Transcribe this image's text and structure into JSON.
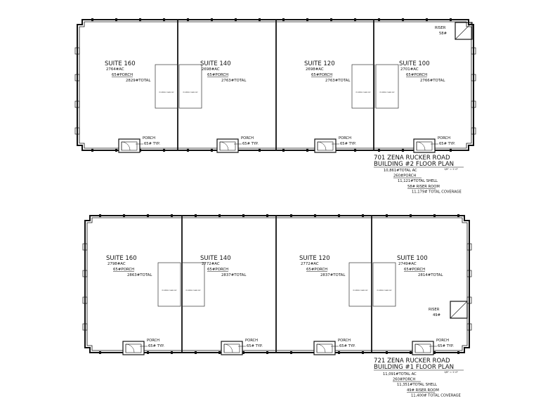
{
  "buildings": [
    {
      "id": "building-2",
      "suites": [
        {
          "name": "SUITE 160",
          "ac": "2764#AC",
          "porch": "65#PORCH",
          "total": "2829#TOTAL"
        },
        {
          "name": "SUITE 140",
          "ac": "2698#AC",
          "porch": "65#PORCH",
          "total": "2763#TOTAL"
        },
        {
          "name": "SUITE 120",
          "ac": "2698#AC",
          "porch": "65#PORCH",
          "total": "2763#TOTAL"
        },
        {
          "name": "SUITE 100",
          "ac": "2701#AC",
          "porch": "65#PORCH",
          "total": "2766#TOTAL"
        }
      ],
      "porch_label": "PORCH",
      "porch_typ": "65# TYP.",
      "riser_label": "RISER",
      "riser_area": "58#",
      "plumbing_label": "PLUMBING CHASE SEP",
      "address": "701 ZENA RUCKER ROAD",
      "plan_title": "BUILDING #2 FLOOR PLAN",
      "scale": "1/8\" = 1'-0\"",
      "summary": [
        "10,861#TOTAL AC",
        "260#PORCH",
        "11,121#TOTAL SHELL",
        "58# RISER ROOM",
        "11,179# TOTAL COVERAGE"
      ]
    },
    {
      "id": "building-1",
      "suites": [
        {
          "name": "SUITE 160",
          "ac": "2798#AC",
          "porch": "65#PORCH",
          "total": "2863#TOTAL"
        },
        {
          "name": "SUITE 140",
          "ac": "2772#AC",
          "porch": "65#PORCH",
          "total": "2837#TOTAL"
        },
        {
          "name": "SUITE 120",
          "ac": "2772#AC",
          "porch": "65#PORCH",
          "total": "2837#TOTAL"
        },
        {
          "name": "SUITE 100",
          "ac": "2749#AC",
          "porch": "65#PORCH",
          "total": "2814#TOTAL"
        }
      ],
      "porch_label": "PORCH",
      "porch_typ": "65# TYP.",
      "riser_label": "RISER",
      "riser_area": "49#",
      "plumbing_label": "PLUMBING CHASE SEP",
      "address": "721 ZENA RUCKER ROAD",
      "plan_title": "BUILDING #1 FLOOR PLAN",
      "scale": "1/8\" = 1'-0\"",
      "summary": [
        "11,091#TOTAL AC",
        "260#PORCH",
        "11,351#TOTAL SHELL",
        "49# RISER ROOM",
        "11,400# TOTAL COVERAGE"
      ]
    }
  ]
}
